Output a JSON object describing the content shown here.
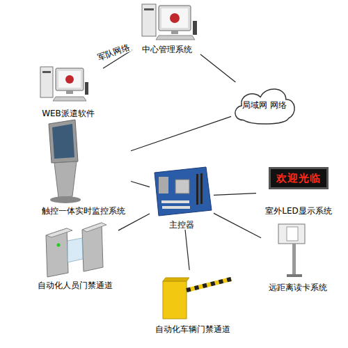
{
  "diagram": {
    "nodes": [
      {
        "text": [
          "中心管理系统"
        ]
      },
      {
        "text": [
          "WEB派遣软件"
        ]
      },
      {
        "text": [
          "局域网 网络"
        ]
      },
      {
        "text": [
          "触控一体实时监控系统"
        ]
      },
      {
        "text": [
          "主控器"
        ]
      },
      {
        "text": [
          "欢迎光临",
          "室外LED显示系统"
        ]
      },
      {
        "text": [
          "自动化人员门禁通道"
        ]
      },
      {
        "text": [
          "远距离读卡系统"
        ]
      },
      {
        "text": [
          "自动化车辆门禁通道"
        ]
      }
    ],
    "edges": [
      {
        "from": 0,
        "to": 1,
        "label": "军队网络",
        "arrow": "none"
      },
      {
        "from": 0,
        "to": 2,
        "arrow": "none"
      },
      {
        "from": 2,
        "to": 3,
        "arrow": "none"
      },
      {
        "from": 3,
        "to": 4,
        "arrow": "none"
      },
      {
        "from": 4,
        "to": 5,
        "arrow": "none"
      },
      {
        "from": 4,
        "to": 6,
        "arrow": "none"
      },
      {
        "from": 4,
        "to": 7,
        "arrow": "none"
      },
      {
        "from": 4,
        "to": 8,
        "arrow": "none"
      }
    ]
  }
}
